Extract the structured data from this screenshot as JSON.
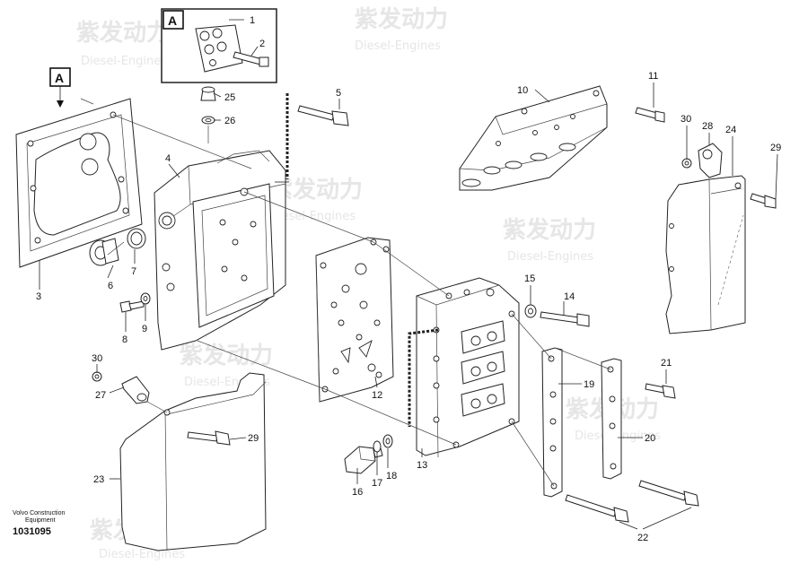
{
  "view_marker": "A",
  "detail_marker": "A",
  "callouts": {
    "c1": "1",
    "c2": "2",
    "c3": "3",
    "c4": "4",
    "c5": "5",
    "c6": "6",
    "c7": "7",
    "c8": "8",
    "c9": "9",
    "c10": "10",
    "c11": "11",
    "c12": "12",
    "c13": "13",
    "c14": "14",
    "c15": "15",
    "c16": "16",
    "c17": "17",
    "c18": "18",
    "c19": "19",
    "c20": "20",
    "c21": "21",
    "c22": "22",
    "c23": "23",
    "c24": "24",
    "c25": "25",
    "c26": "26",
    "c27": "27",
    "c28": "28",
    "c29a": "29",
    "c29b": "29",
    "c30a": "30",
    "c30b": "30"
  },
  "footer": {
    "line1": "Volvo Construction",
    "line2": "Equipment",
    "drawing_number": "1031095"
  },
  "watermark": {
    "brand": "紫发动力",
    "sub": "Diesel-Engines"
  }
}
